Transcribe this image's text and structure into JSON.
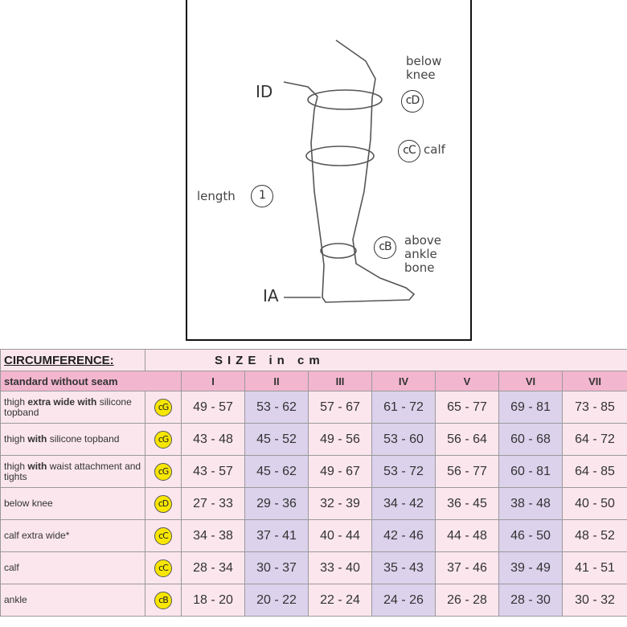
{
  "diagram": {
    "labels": {
      "below_knee": "below knee",
      "calf": "calf",
      "length": "length",
      "above_ankle": "above ankle bone",
      "tag_d": "ID",
      "tag_a": "IA"
    },
    "markers": {
      "cD": "cD",
      "cC": "cC",
      "cB": "cB",
      "one": "1"
    }
  },
  "table": {
    "title": "CIRCUMFERENCE:",
    "size_title": "SIZE in cm",
    "header_label": "standard without seam",
    "sizes": [
      "I",
      "II",
      "III",
      "IV",
      "V",
      "VI",
      "VII"
    ],
    "rows": [
      {
        "pre": "thigh ",
        "bold": "extra wide with",
        "post": " silicone topband",
        "code": "cG",
        "values": [
          "49 - 57",
          "53 - 62",
          "57 - 67",
          "61 - 72",
          "65 - 77",
          "69 - 81",
          "73 - 85"
        ]
      },
      {
        "pre": "thigh ",
        "bold": "with",
        "post": " silicone topband",
        "code": "cG",
        "values": [
          "43 - 48",
          "45 - 52",
          "49 - 56",
          "53 - 60",
          "56 - 64",
          "60 - 68",
          "64 - 72"
        ]
      },
      {
        "pre": "thigh ",
        "bold": "with",
        "post": " waist attachment and tights",
        "code": "cG",
        "values": [
          "43 - 57",
          "45 - 62",
          "49 - 67",
          "53 - 72",
          "56 - 77",
          "60 - 81",
          "64 - 85"
        ]
      },
      {
        "pre": "below knee",
        "bold": "",
        "post": "",
        "code": "cD",
        "values": [
          "27 - 33",
          "29 - 36",
          "32 - 39",
          "34 - 42",
          "36 - 45",
          "38 - 48",
          "40 - 50"
        ]
      },
      {
        "pre": "calf extra wide*",
        "bold": "",
        "post": "",
        "code": "cC",
        "values": [
          "34 - 38",
          "37 - 41",
          "40 - 44",
          "42 - 46",
          "44 - 48",
          "46 - 50",
          "48 - 52"
        ]
      },
      {
        "pre": "calf",
        "bold": "",
        "post": "",
        "code": "cC",
        "values": [
          "28 - 34",
          "30 - 37",
          "33 - 40",
          "35 - 43",
          "37 - 46",
          "39 - 49",
          "41 - 51"
        ]
      },
      {
        "pre": "ankle",
        "bold": "",
        "post": "",
        "code": "cB",
        "values": [
          "18 - 20",
          "20 - 22",
          "22 - 24",
          "24 - 26",
          "26 - 28",
          "28 - 30",
          "30 - 32"
        ]
      }
    ]
  },
  "colors": {
    "pink_cell": "#fbe6ee",
    "header_pink": "#f3b6cf",
    "lavender_cell": "#dcd2ec",
    "badge_yellow": "#f7e600"
  }
}
